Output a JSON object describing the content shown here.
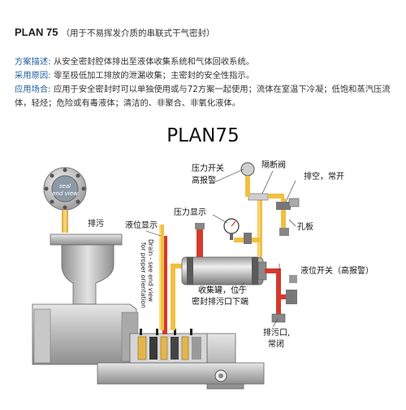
{
  "header": {
    "plan_code": "PLAN 75",
    "plan_subtitle": "（用于不易挥发介质的串联式干气密封）"
  },
  "description": [
    {
      "label": "方案描述:",
      "text": " 从安全密封腔体排出至液体收集系统和气体回收系统。"
    },
    {
      "label": "采用原因:",
      "text": " 零至极低加工排放的泄漏收集；主密封的安全性指示。"
    },
    {
      "label": "应用场合:",
      "text": " 应用于安全密封时可以单独使用或与72方案一起使用；流体在室温下冷凝；低饱和蒸汽压流体，轻烃；危险或有毒液体；清洁的、非聚合、非氧化液体。"
    }
  ],
  "diagram": {
    "title": "PLAN75",
    "seal_end_view": [
      "seal",
      "end view"
    ],
    "vertical_note": [
      "Drain - see end view",
      "for proper orientation"
    ],
    "labels": {
      "drain": "排污",
      "level_indicator": "液位显示",
      "pressure_switch": [
        "压力开关",
        "高报警"
      ],
      "isolation_valve": "隔断阀",
      "vent": "排空，常开",
      "pressure_gauge": "压力显示",
      "orifice": "孔板",
      "level_switch": "液位开关（高报警）",
      "collector": [
        "收集罐，位于",
        "密封排污口下端"
      ],
      "drain_outlet": [
        "排污口,",
        "常闭"
      ]
    }
  },
  "colors": {
    "label_blue": "#1f5f9f",
    "pipe_yellow": "#f0c040",
    "pipe_red": "#d33a2c",
    "metal_gray": "#bfbfbf"
  }
}
